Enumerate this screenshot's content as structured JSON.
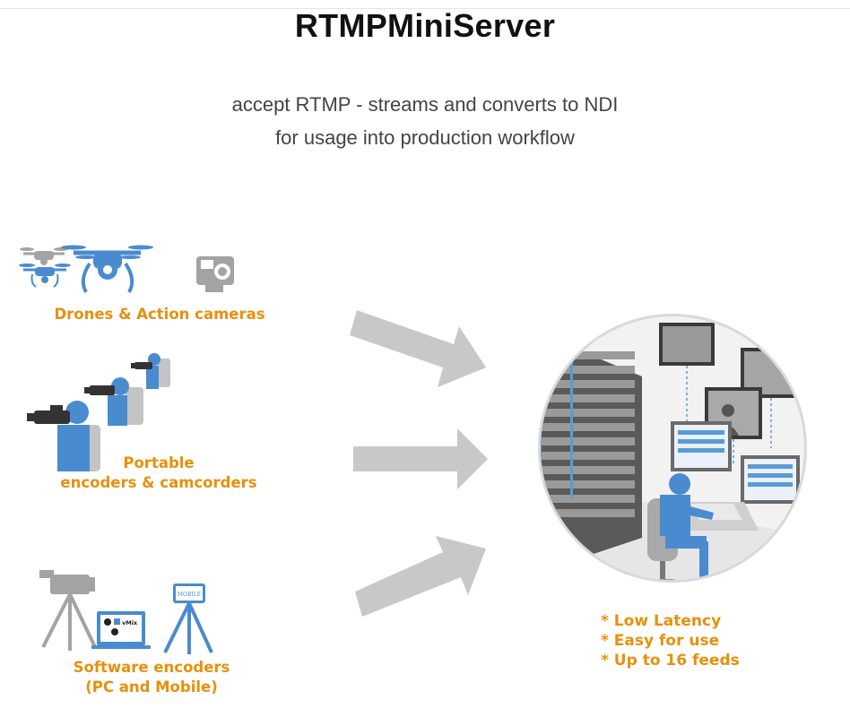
{
  "header": {
    "title": "RTMPMiniServer",
    "subtitle_line1": "accept RTMP - streams and converts to NDI",
    "subtitle_line2": "for usage into production workflow"
  },
  "sources": [
    {
      "label_lines": [
        "Drones & Action cameras"
      ]
    },
    {
      "label_lines": [
        "Portable",
        "encoders & camcorders"
      ]
    },
    {
      "label_lines": [
        "Software encoders",
        "(PC and Mobile)"
      ]
    }
  ],
  "device_labels": {
    "tripod_screen": "MOBILE",
    "laptop_app": "vMix"
  },
  "features": [
    "* Low Latency",
    "* Easy for use",
    "* Up to 16 feeds"
  ],
  "colors": {
    "accent": "#e8900c",
    "icon_blue": "#4a8bd0",
    "arrow_gray": "#c8c8c8",
    "icon_gray": "#a3a3a3"
  }
}
